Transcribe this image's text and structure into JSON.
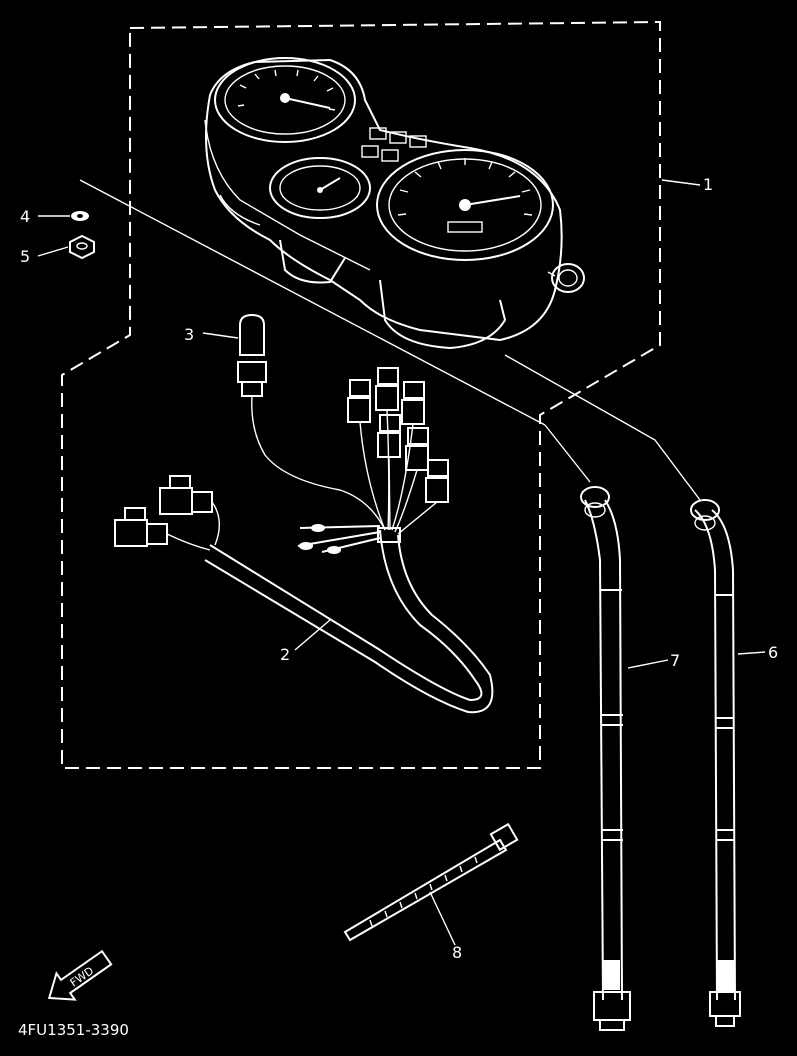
{
  "diagram": {
    "callouts": [
      {
        "id": "callout-1",
        "text": "1"
      },
      {
        "id": "callout-2",
        "text": "2"
      },
      {
        "id": "callout-3",
        "text": "3"
      },
      {
        "id": "callout-4",
        "text": "4"
      },
      {
        "id": "callout-5",
        "text": "5"
      },
      {
        "id": "callout-6",
        "text": "6"
      },
      {
        "id": "callout-7",
        "text": "7"
      },
      {
        "id": "callout-8",
        "text": "8"
      }
    ],
    "drawing_code": "4FU1351-3390",
    "fwd_marker": "FWD",
    "colors": {
      "background": "#000000",
      "line": "#ffffff"
    }
  }
}
